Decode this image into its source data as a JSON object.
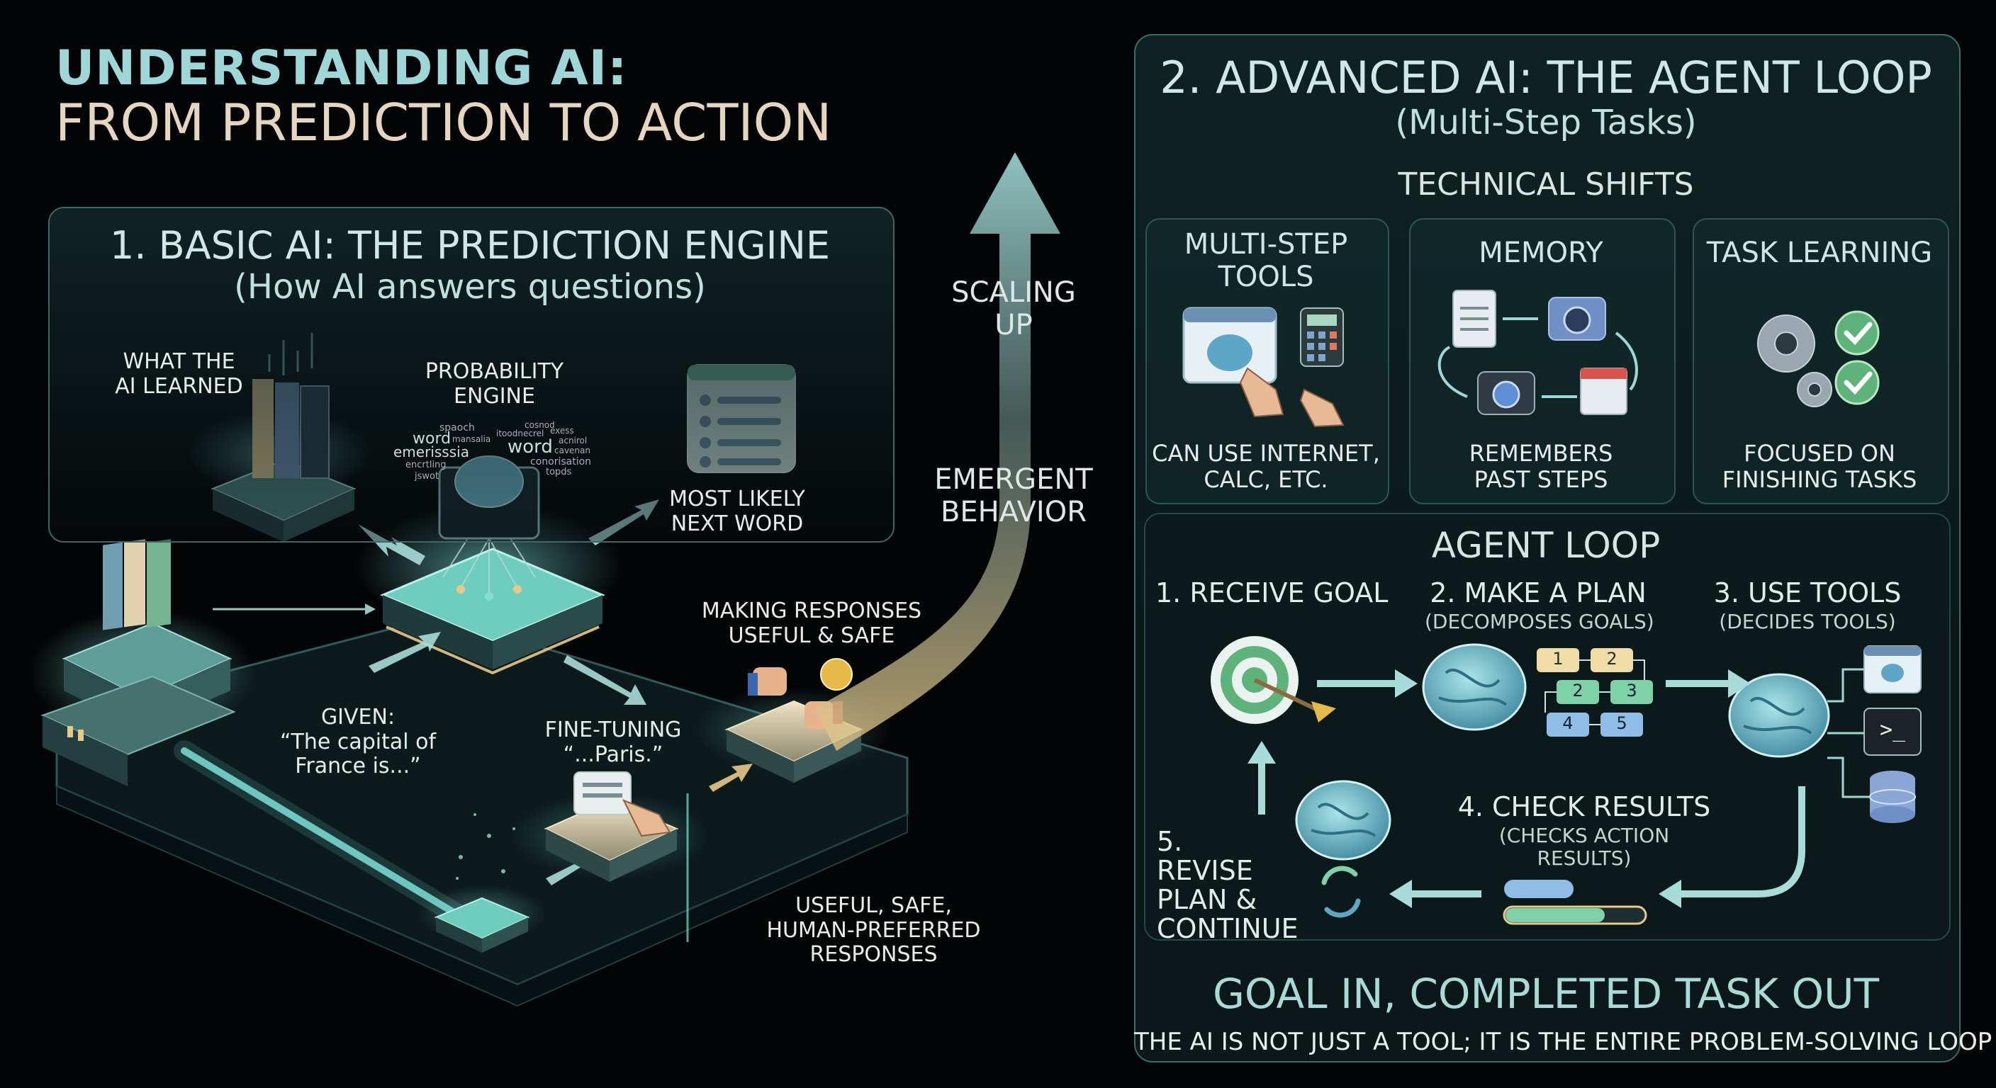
{
  "header": {
    "title_line1": "UNDERSTANDING AI:",
    "title_line2": "FROM PREDICTION TO ACTION"
  },
  "basic": {
    "title": "1. BASIC AI: THE PREDICTION ENGINE",
    "subtitle": "(How AI answers questions)",
    "learned_label": "WHAT THE\nAI LEARNED",
    "engine_label": "PROBABILITY\nENGINE",
    "next_word_label": "MOST LIKELY\nNEXT WORD",
    "given_label": "GIVEN:\n“The capital of\nFrance is...”",
    "finetune_label": "FINE-TUNING\n“...Paris.”",
    "safe_label": "MAKING RESPONSES\nUSEFUL & SAFE",
    "preferred_label": "USEFUL, SAFE,\nHUMAN-PREFERRED\nRESPONSES",
    "cloud_words": [
      "spaoch",
      "word",
      "emerisssia",
      "encrtling",
      "jswot",
      "mansalia",
      "itoodnecrel",
      "cosnod",
      "word",
      "exess",
      "acnirol",
      "cavenan",
      "conorisation",
      "topds"
    ]
  },
  "scaling": {
    "scaling_label": "SCALING\nUP",
    "emergent_label": "EMERGENT\nBEHAVIOR"
  },
  "advanced": {
    "title": "2. ADVANCED AI: THE AGENT LOOP",
    "subtitle": "(Multi-Step Tasks)",
    "shifts_title": "TECHNICAL SHIFTS",
    "cards": [
      {
        "title": "MULTI-STEP\nTOOLS",
        "caption": "CAN USE INTERNET,\nCALC, ETC."
      },
      {
        "title": "MEMORY",
        "caption": "REMEMBERS\nPAST STEPS"
      },
      {
        "title": "TASK LEARNING",
        "caption": "FOCUSED ON\nFINISHING TASKS"
      }
    ],
    "loop_title": "AGENT LOOP",
    "steps": {
      "receive": "1. RECEIVE GOAL",
      "plan": "2. MAKE A PLAN",
      "plan_sub": "(DECOMPOSES GOALS)",
      "tools": "3. USE TOOLS",
      "tools_sub": "(DECIDES TOOLS)",
      "check": "4. CHECK RESULTS",
      "check_sub": "(CHECKS ACTION\nRESULTS)",
      "revise": "5. REVISE\nPLAN &\nCONTINUE"
    },
    "plan_nodes": [
      "1",
      "2",
      "2",
      "3",
      "4",
      "5"
    ],
    "terminal_prompt": ">_",
    "footer_title": "GOAL IN, COMPLETED TASK OUT",
    "footer_tagline": "THE AI IS NOT JUST A TOOL; IT IS THE ENTIRE PROBLEM-SOLVING LOOP"
  },
  "colors": {
    "accent_teal": "#9fd6d8",
    "accent_beige": "#e6d5c0",
    "glow": "#7fe0d8",
    "gold": "#e7c98a"
  }
}
